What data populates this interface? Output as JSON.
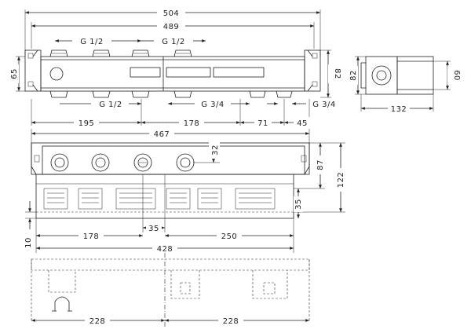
{
  "top_view": {
    "overall_width": "504",
    "inner_width": "489",
    "height_left": "65",
    "height_right": "82",
    "thread_top_1": "G 1/2",
    "thread_top_2": "G 1/2",
    "thread_bottom_1": "G 1/2",
    "thread_bottom_2": "G 3/4",
    "thread_bottom_3": "G 3/4",
    "pitch_1": "195",
    "pitch_2": "178",
    "pitch_3": "71",
    "pitch_4": "45"
  },
  "side_view": {
    "height": "82",
    "height_right": "60",
    "width": "132"
  },
  "front_view": {
    "body_width": "467",
    "hole_offset": "32",
    "height_1": "87",
    "height_2": "122",
    "height_3": "35",
    "step": "10",
    "dist_1": "178",
    "dist_2": "35",
    "dist_3": "250",
    "overall": "428"
  },
  "bottom_view": {
    "half_left": "228",
    "half_right": "228"
  }
}
